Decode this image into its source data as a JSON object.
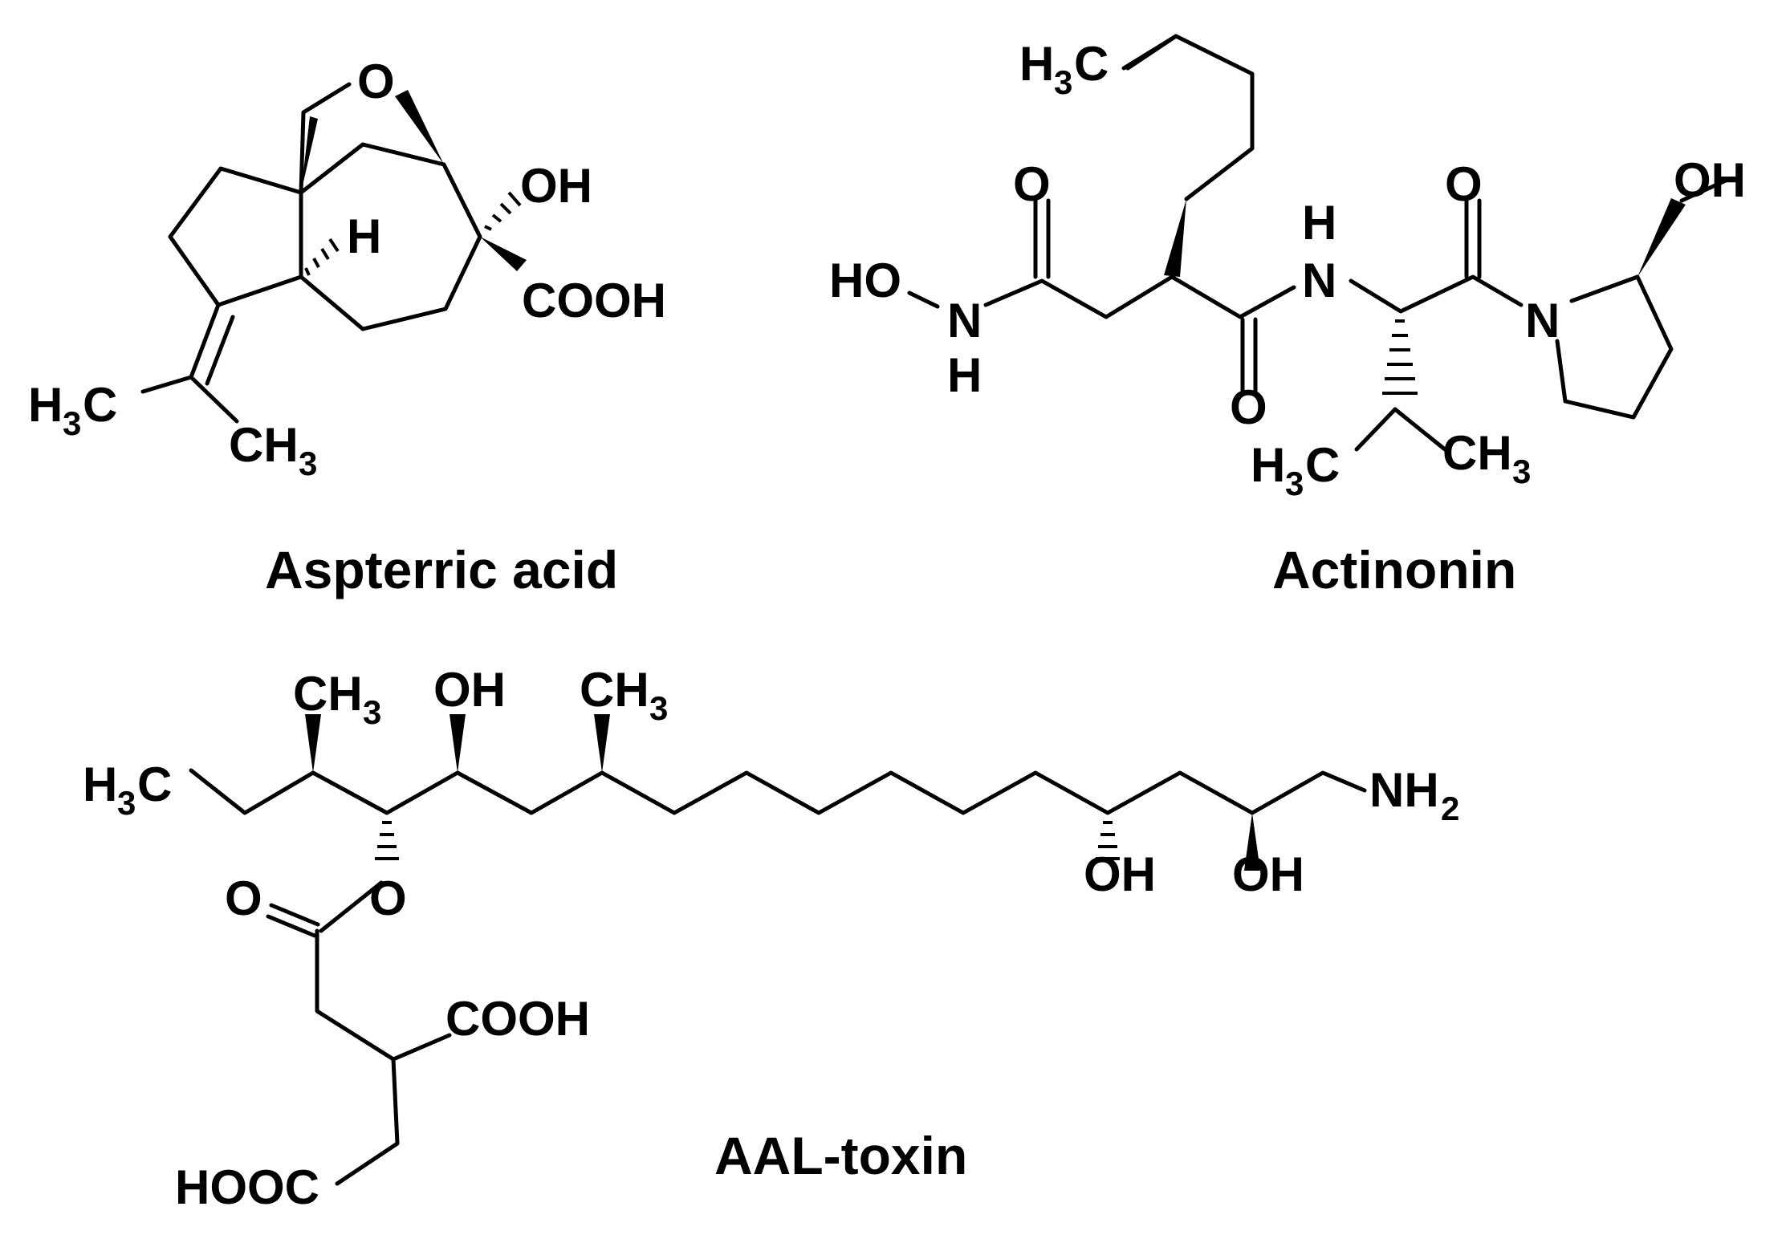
{
  "molecules": {
    "aspterric": {
      "name": "Aspterric acid",
      "labels": {
        "o_ring": "O",
        "oh": "OH",
        "h": "H",
        "cooh": "COOH",
        "h3c": "H",
        "h3c_c": "C",
        "ch3_c": "CH",
        "three": "3"
      }
    },
    "actinonin": {
      "name": "Actinonin",
      "labels": {
        "h3c": "H",
        "h3c_c": "C",
        "three": "3",
        "o": "O",
        "ho": "HO",
        "n": "N",
        "h": "H",
        "oh": "OH",
        "ch3_c": "CH"
      }
    },
    "aal": {
      "name": "AAL-toxin",
      "labels": {
        "h3c": "H",
        "h3c_c": "C",
        "three": "3",
        "ch3_c": "CH",
        "oh": "OH",
        "o": "O",
        "nh": "NH",
        "two": "2",
        "cooh": "COOH",
        "hooc": "HOOC"
      }
    }
  }
}
